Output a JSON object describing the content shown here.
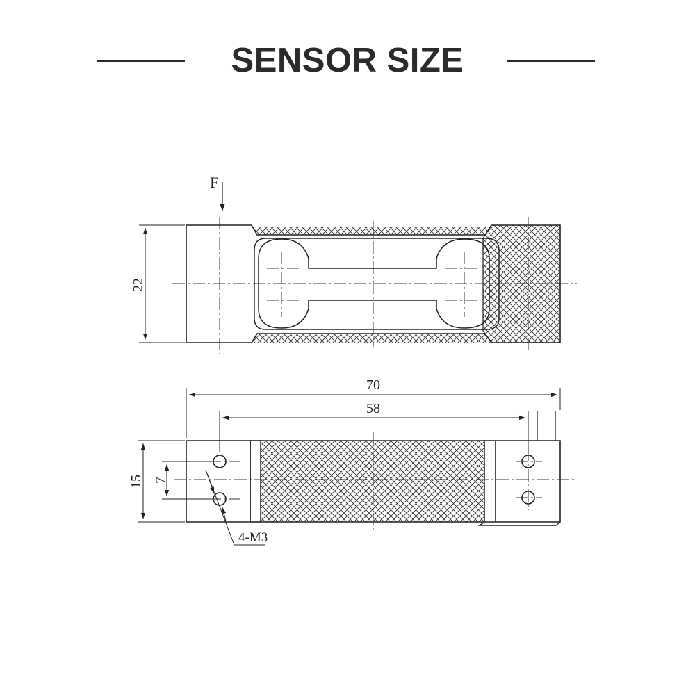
{
  "title": "SENSOR SIZE",
  "labels": {
    "force": "F",
    "height_side": "22",
    "length_total": "70",
    "hole_spacing": "58",
    "width_top": "15",
    "hole_pitch": "7",
    "thread": "4-M3"
  }
}
